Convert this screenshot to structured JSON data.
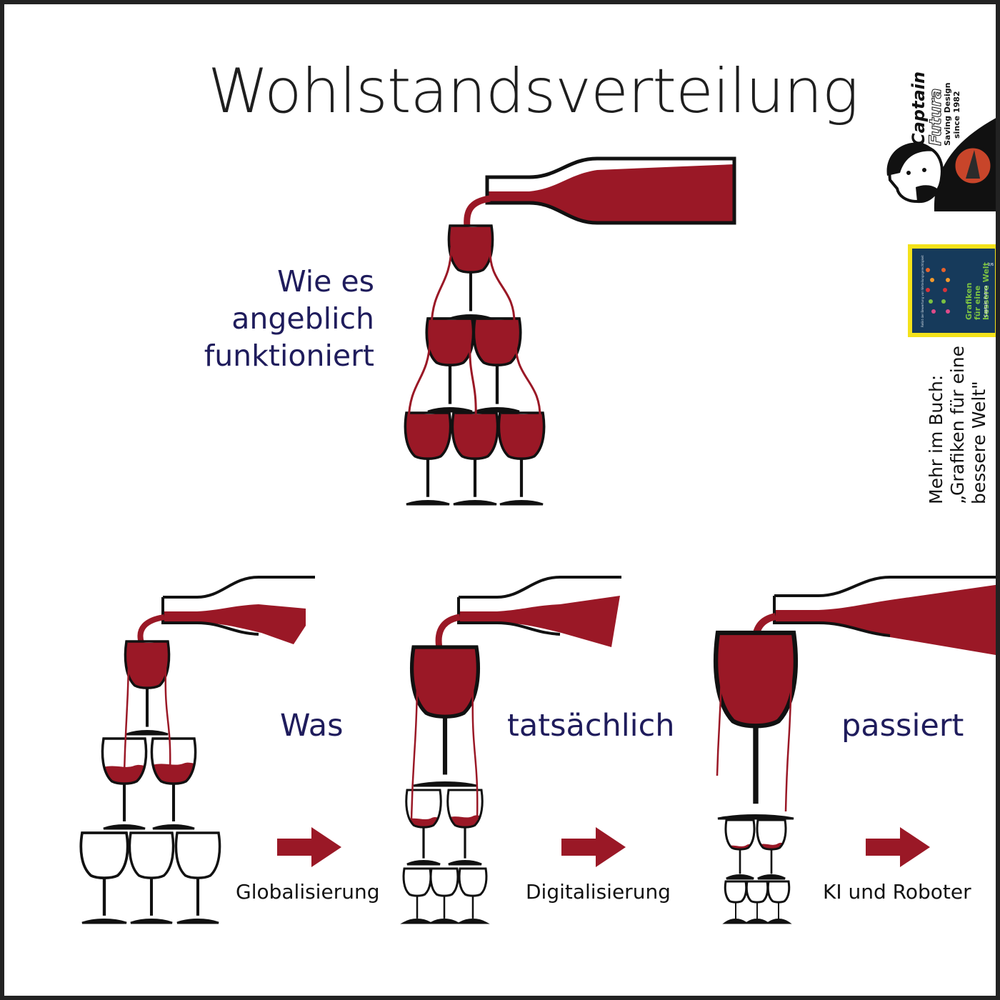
{
  "title": "Wohlstandsverteilung",
  "claim": {
    "lines": [
      "Wie es",
      "angeblich",
      "funktioniert"
    ]
  },
  "reality": {
    "words": [
      "Was",
      "tatsächlich",
      "passiert"
    ],
    "steps": [
      "Globalisierung",
      "Digitalisierung",
      "KI und Roboter"
    ]
  },
  "brand": {
    "name_top": "Captain",
    "name_bottom": "Futura",
    "tagline_1": "Saving Design",
    "tagline_2": "since 1982"
  },
  "book": {
    "title_lines": [
      "Grafiken",
      "für eine",
      "bessere Welt"
    ],
    "author": "Captain Futura",
    "subtitle": "Relikt der Bewertung von Verteilungsgerechtigkeit",
    "badge": "2/6"
  },
  "more": {
    "line_1": "Mehr im Buch:",
    "line_2": "„Grafiken für eine",
    "line_3": "bessere Welt\""
  },
  "colors": {
    "wine": "#9a1826",
    "ink": "#111111",
    "heading": "#1f1c5c",
    "book_bg": "#163a5b",
    "book_border": "#f4e21a",
    "book_title": "#7cc242"
  }
}
